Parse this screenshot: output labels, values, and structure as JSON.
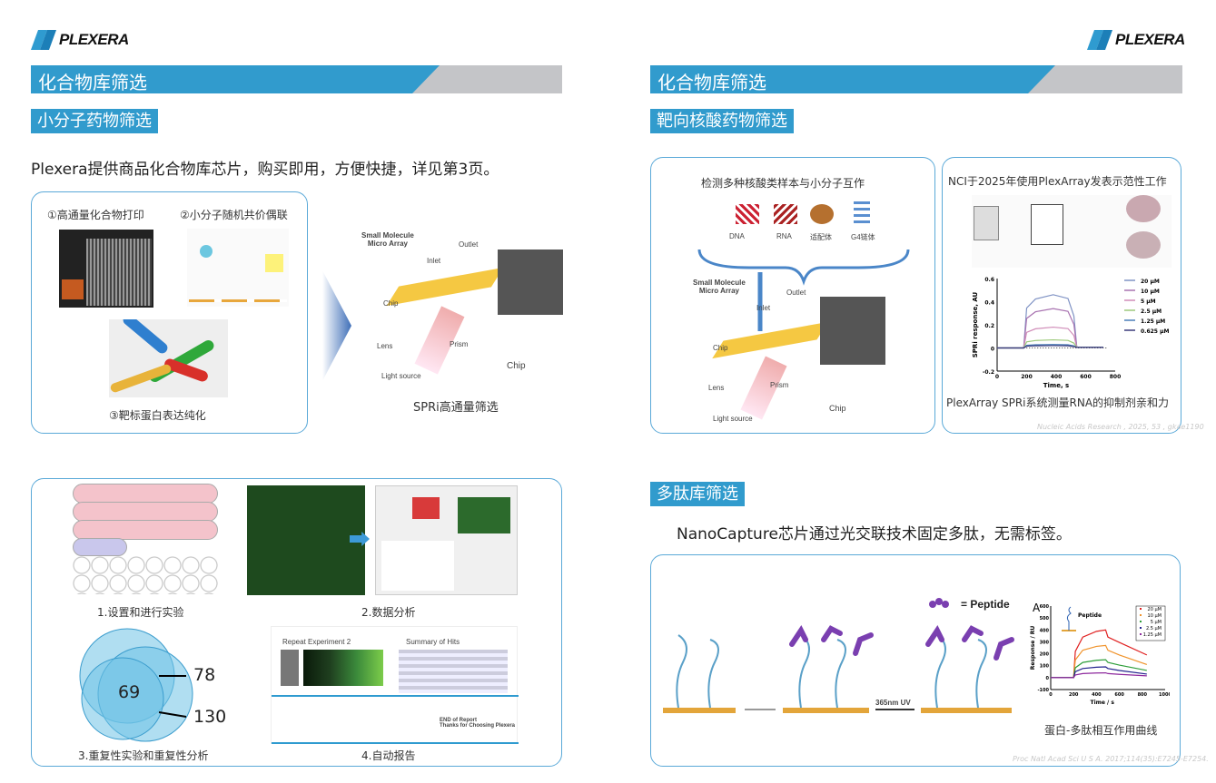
{
  "brand": "PLEXERA",
  "left": {
    "section_title": "化合物库筛选",
    "sub_title": "小分子药物筛选",
    "intro": "Plexera提供商品化合物库芯片，购买即用，方便快捷，详见第3页。",
    "panel1": {
      "step1": "①高通量化合物打印",
      "step2": "②小分子随机共价偶联",
      "step3": "③靶标蛋白表达纯化",
      "spri_caption": "SPRi高通量筛选",
      "diagram_labels": {
        "sm": "Small Molecule",
        "ma": "Micro Array",
        "inlet": "Inlet",
        "outlet": "Outlet",
        "chip": "Chip",
        "lens": "Lens",
        "prism": "Prism",
        "light": "Light source",
        "chip2": "Chip"
      }
    },
    "panel2": {
      "cap1": "1.设置和进行实验",
      "cap2": "2.数据分析",
      "cap3": "3.重复性实验和重复性分析",
      "cap4": "4.自动报告",
      "venn": {
        "center": "69",
        "top": "78",
        "bottom": "130"
      },
      "report": {
        "title1": "Repeat Experiment 2",
        "title2": "Summary of Hits",
        "end1": "END of Report",
        "end2": "Thanks for Choosing Plexera"
      }
    }
  },
  "right": {
    "section_title": "化合物库筛选",
    "sub_title": "靶向核酸药物筛选",
    "panelA": {
      "title": "检测多种核酸类样本与小分子互作",
      "types": [
        "DNA",
        "RNA",
        "适配体",
        "G4链体"
      ],
      "labels": {
        "sm": "Small Molecule",
        "ma": "Micro Array",
        "inlet": "Inlet",
        "outlet": "Outlet",
        "chip": "Chip",
        "lens": "Lens",
        "prism": "Prism",
        "light": "Light source",
        "chip2": "Chip"
      }
    },
    "panelB": {
      "title": "NCI于2025年使用PlexArray发表示范性工作",
      "caption": "PlexArray SPRi系统测量RNA的抑制剂亲和力",
      "citation": "Nucleic Acids Research , 2025, 53 , gkae1190",
      "chart": {
        "ylabel": "SPRi response, AU",
        "xlabel": "Time, s",
        "yticks": [
          "0.6",
          "0.4",
          "0.2",
          "0",
          "-0.2"
        ],
        "xticks": [
          "0",
          "200",
          "400",
          "600",
          "800"
        ],
        "legend": [
          "20 μM",
          "10 μM",
          "5 μM",
          "2.5 μM",
          "1.25 μM",
          "0.625 μM"
        ],
        "colors": [
          "#7f92c4",
          "#a872b0",
          "#d08cb8",
          "#9cc97a",
          "#4a7db8",
          "#3a3a7a"
        ],
        "plateau": [
          0.46,
          0.34,
          0.18,
          0.07,
          0.03,
          0.02
        ]
      }
    },
    "peptide": {
      "sub_title": "多肽库筛选",
      "intro": "NanoCapture芯片通过光交联技术固定多肽，无需标签。",
      "legend": "= Peptide",
      "uv": "365nm UV",
      "caption": "蛋白-多肽相互作用曲线",
      "citation": "Proc Natl Acad Sci U S A. 2017;114(35):E7245-E7254.",
      "chart": {
        "panel": "A",
        "ylabel": "Response / RU",
        "xlabel": "Time / s",
        "inset": "Peptide",
        "yticks": [
          "600",
          "500",
          "400",
          "300",
          "200",
          "100",
          "0",
          "-100"
        ],
        "xticks": [
          "0",
          "200",
          "400",
          "600",
          "800",
          "1000"
        ],
        "legend": [
          "20 μM",
          "10 μM",
          "5 μM",
          "2.5 μM",
          "1.25 μM"
        ],
        "colors": [
          "#e02020",
          "#f0932b",
          "#2e9e3a",
          "#23238e",
          "#8e2a9e"
        ],
        "plateau": [
          400,
          270,
          150,
          90,
          40
        ],
        "end": [
          190,
          110,
          60,
          30,
          15
        ]
      }
    }
  }
}
